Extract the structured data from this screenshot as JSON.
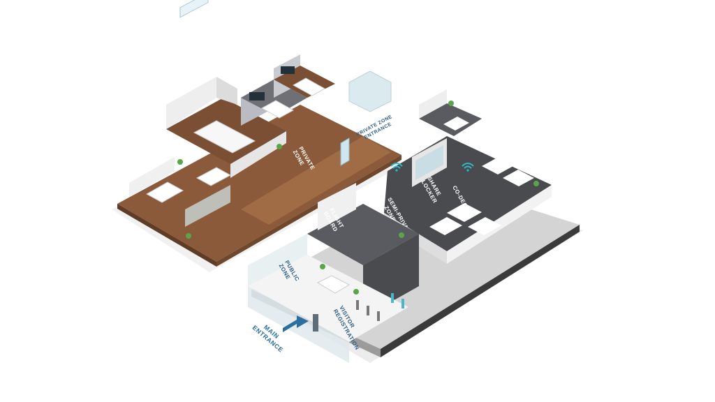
{
  "labels": {
    "private_zone": [
      "PRIVATE",
      "ZONE"
    ],
    "private_zone_entrance": [
      "PRIVATE ZONE",
      "ENTRANCE"
    ],
    "share_locker": [
      "SHARE",
      "LOCKER"
    ],
    "co_desk": "CO-DESK",
    "semi_private_zone": [
      "SEMI-PRIVATE",
      "ZONE"
    ],
    "flight_board": [
      "FLIGHT",
      "BOARD"
    ],
    "public_zone": [
      "PUBLIC",
      "ZONE"
    ],
    "visitor_registration": [
      "VISITOR",
      "REGISTRATION"
    ],
    "main_entrance": [
      "MAIN",
      "ENTRANCE"
    ]
  },
  "colors": {
    "wood_floor": "#8a5a3a",
    "wood_floor_light": "#a06c46",
    "dark_floor": "#4a4b4f",
    "dark_floor_light": "#5a5b60",
    "wall_white": "#f2f2f2",
    "wall_shadow": "#d6d6d6",
    "glass": "#cfe6ee",
    "accent_blue": "#1e8fb8",
    "entrance_blue": "#2a6f9f",
    "label_white": "#ffffff",
    "label_dark": "#2b5d84",
    "plant_green": "#5aa54a"
  }
}
